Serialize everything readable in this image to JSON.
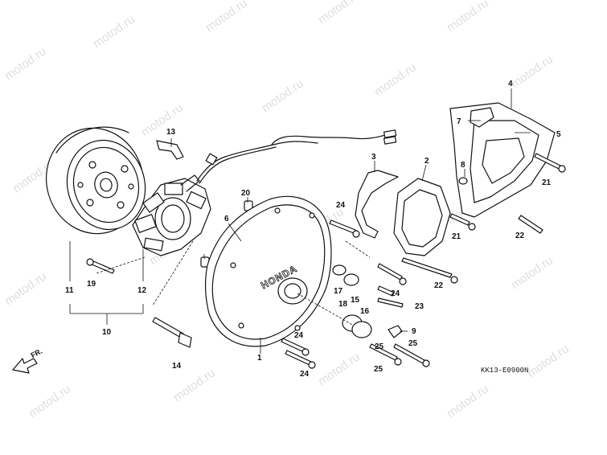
{
  "watermark": "motod.ru",
  "direction_label": "FR.",
  "drawing_code": "KK13-E0900N",
  "brand_text": "HONDA",
  "callouts": {
    "c1": "1",
    "c2": "2",
    "c3": "3",
    "c4": "4",
    "c5": "5",
    "c6": "6",
    "c7": "7",
    "c8": "8",
    "c9": "9",
    "c10": "10",
    "c11": "11",
    "c12": "12",
    "c13": "13",
    "c14": "14",
    "c15": "15",
    "c16": "16",
    "c17": "17",
    "c18": "18",
    "c19": "19",
    "c20": "20",
    "c21a": "21",
    "c21b": "21",
    "c22a": "22",
    "c22b": "22",
    "c23": "23",
    "c24a": "24",
    "c24b": "24",
    "c24c": "24",
    "c24d": "24",
    "c25a": "25",
    "c25b": "25",
    "c25c": "25"
  }
}
